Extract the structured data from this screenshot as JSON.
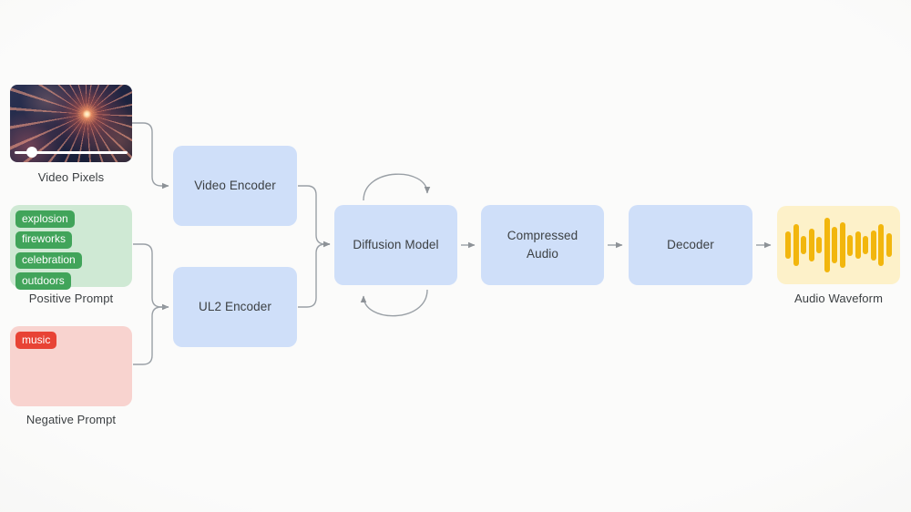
{
  "nodes": {
    "video_pixels": {
      "label": "Video Pixels",
      "progress_percent": 18
    },
    "positive_prompt": {
      "label": "Positive Prompt",
      "tags": [
        "explosion",
        "fireworks",
        "celebration",
        "outdoors"
      ]
    },
    "negative_prompt": {
      "label": "Negative Prompt",
      "tags": [
        "music"
      ]
    },
    "video_encoder": {
      "label": "Video Encoder"
    },
    "ul2_encoder": {
      "label": "UL2 Encoder"
    },
    "diffusion_model": {
      "label": "Diffusion Model"
    },
    "compressed_audio": {
      "label": "Compressed Audio"
    },
    "decoder": {
      "label": "Decoder"
    },
    "audio_waveform": {
      "label": "Audio Waveform",
      "bars": [
        30,
        46,
        20,
        36,
        18,
        60,
        40,
        50,
        23,
        30,
        20,
        33,
        46,
        26
      ]
    }
  },
  "colors": {
    "node_blue": "#cfdff9",
    "positive_bg": "#cfe9d4",
    "tag_green": "#41a45a",
    "negative_bg": "#f8d3cf",
    "tag_red": "#e84335",
    "waveform_bg": "#fdf1c9",
    "waveform_bar": "#f2b60d",
    "connector_gray": "#9aa0a6",
    "text_dark": "#3c4043"
  }
}
